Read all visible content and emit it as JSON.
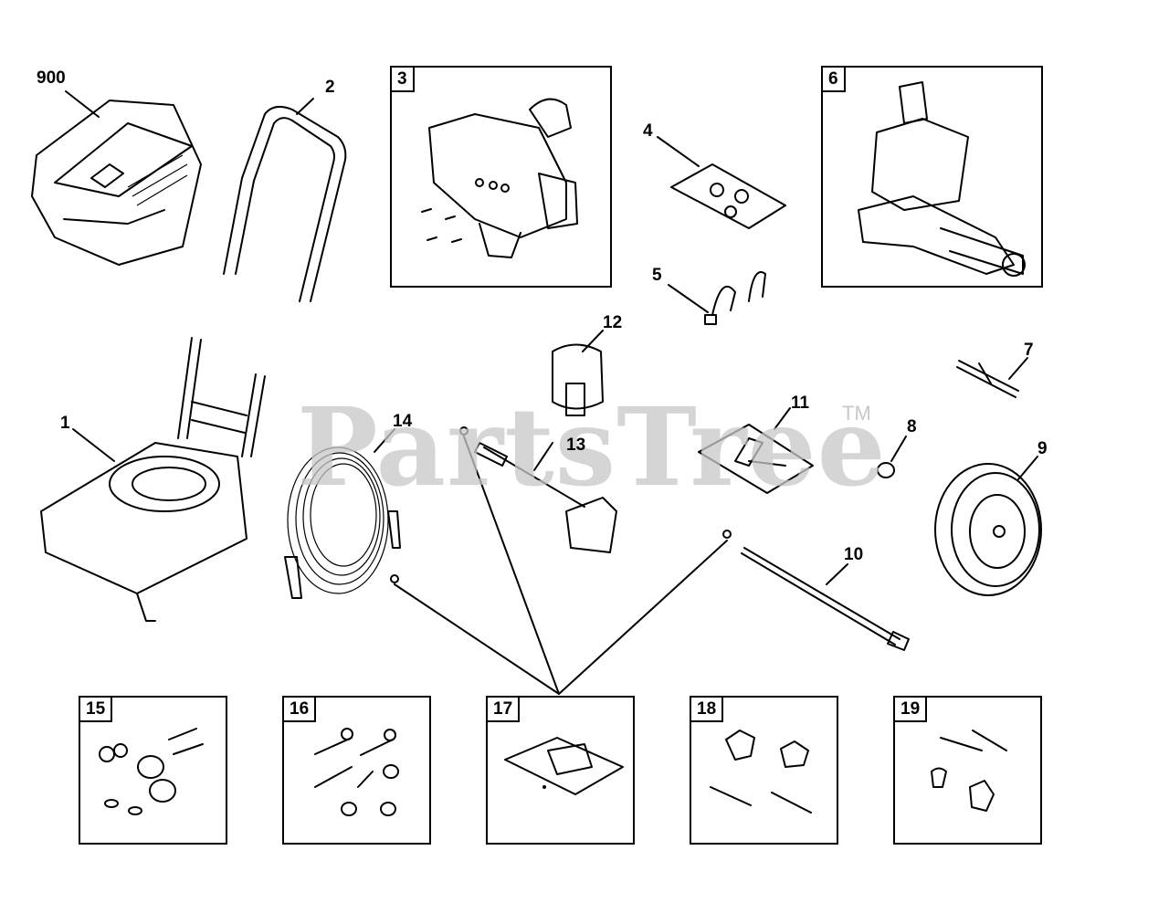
{
  "watermark": {
    "text": "PartsTree",
    "tm": "TM"
  },
  "callouts": [
    {
      "id": "900",
      "label": "900"
    },
    {
      "id": "2",
      "label": "2"
    },
    {
      "id": "4",
      "label": "4"
    },
    {
      "id": "5",
      "label": "5"
    },
    {
      "id": "12",
      "label": "12"
    },
    {
      "id": "7",
      "label": "7"
    },
    {
      "id": "1",
      "label": "1"
    },
    {
      "id": "14",
      "label": "14"
    },
    {
      "id": "13",
      "label": "13"
    },
    {
      "id": "11",
      "label": "11"
    },
    {
      "id": "8",
      "label": "8"
    },
    {
      "id": "9",
      "label": "9"
    },
    {
      "id": "10",
      "label": "10"
    }
  ],
  "kits": [
    {
      "id": "3",
      "label": "3"
    },
    {
      "id": "6",
      "label": "6"
    },
    {
      "id": "15",
      "label": "15"
    },
    {
      "id": "16",
      "label": "16"
    },
    {
      "id": "17",
      "label": "17"
    },
    {
      "id": "18",
      "label": "18"
    },
    {
      "id": "19",
      "label": "19"
    }
  ]
}
